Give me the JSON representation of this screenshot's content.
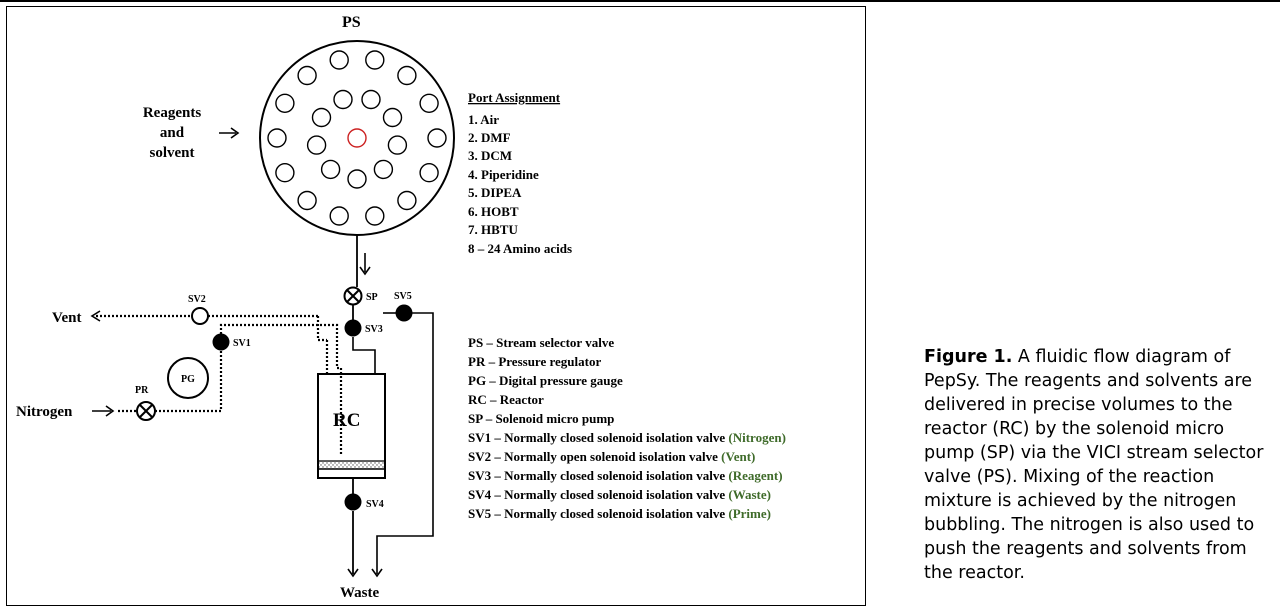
{
  "diagram": {
    "ps_label": "PS",
    "reagents_label": [
      "Reagents",
      "and",
      "solvent"
    ],
    "port_assignment": {
      "title": "Port Assignment",
      "items": [
        "1.  Air",
        "2.  DMF",
        "3.  DCM",
        "4.  Piperidine",
        "5.  DIPEA",
        "6.  HOBT",
        "7.  HBTU",
        "8 – 24 Amino acids"
      ]
    },
    "labels": {
      "vent": "Vent",
      "nitrogen": "Nitrogen",
      "waste": "Waste",
      "rc": "RC",
      "pg": "PG",
      "pr": "PR",
      "sp": "SP",
      "sv1": "SV1",
      "sv2": "SV2",
      "sv3": "SV3",
      "sv4": "SV4",
      "sv5": "SV5"
    },
    "legend": [
      {
        "text": "PS – Stream selector valve",
        "note": ""
      },
      {
        "text": "PR – Pressure regulator",
        "note": ""
      },
      {
        "text": "PG – Digital pressure gauge",
        "note": ""
      },
      {
        "text": "RC – Reactor",
        "note": ""
      },
      {
        "text": "SP – Solenoid micro pump",
        "note": ""
      },
      {
        "text": "SV1 – Normally closed solenoid isolation valve ",
        "note": "(Nitrogen)"
      },
      {
        "text": "SV2 – Normally open solenoid isolation valve ",
        "note": "(Vent)"
      },
      {
        "text": "SV3 – Normally closed solenoid isolation valve ",
        "note": "(Reagent)"
      },
      {
        "text": "SV4 – Normally closed solenoid isolation valve ",
        "note": "(Waste)"
      },
      {
        "text": "SV5 – Normally closed solenoid isolation valve ",
        "note": "(Prime)"
      }
    ],
    "colors": {
      "note_green": "#3f6b2a",
      "center_port": "#cc2222"
    }
  },
  "caption": {
    "figure_label": "Figure 1.",
    "text": " A fluidic flow diagram of PepSy. The reagents and solvents are delivered in precise volumes to the reactor (RC) by the solenoid micro pump (SP) via the VICI stream selector valve (PS). Mixing of the reaction mixture is achieved by the nitrogen bubbling. The nitrogen is also used to push the reagents and solvents from the reactor."
  }
}
